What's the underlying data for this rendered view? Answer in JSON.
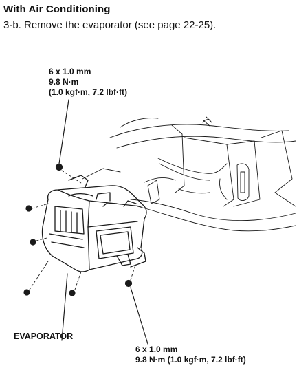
{
  "heading": "With Air Conditioning",
  "instruction": "3-b. Remove the evaporator (see page 22-25).",
  "callouts": {
    "top_bolt": {
      "line1": "6 x 1.0 mm",
      "line2": "9.8 N·m",
      "line3": "(1.0 kgf·m, 7.2 lbf·ft)"
    },
    "bottom_bolt": {
      "line1": "6 x 1.0 mm",
      "line2": "9.8 N·m (1.0 kgf·m, 7.2 lbf·ft)"
    }
  },
  "part_label": "EVAPORATOR",
  "colors": {
    "line": "#1a1a1a",
    "background": "#ffffff"
  }
}
